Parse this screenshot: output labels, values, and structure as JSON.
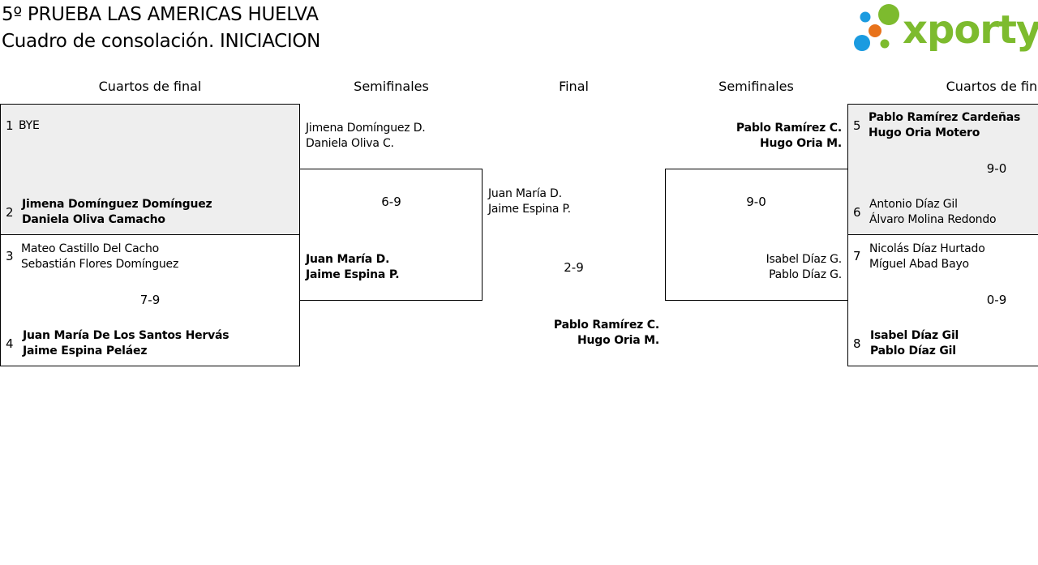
{
  "title": "5º PRUEBA LAS AMERICAS HUELVA",
  "subtitle": "Cuadro de consolación. INICIACION",
  "logo_text": "xporty",
  "colors": {
    "logo_green": "#7dbb2e",
    "logo_blue": "#1b9be0",
    "logo_orange": "#e8731b",
    "shade": "#eeeeee"
  },
  "rounds": {
    "left_qf": "Cuartos de final",
    "left_sf": "Semifinales",
    "final": "Final",
    "right_sf": "Semifinales",
    "right_qf": "Cuartos de final"
  },
  "left_qf": [
    {
      "seed": "1",
      "p1": "BYE",
      "p2": ""
    },
    {
      "seed": "2",
      "p1": "Jimena Domínguez Domínguez",
      "p2": "Daniela Oliva Camacho"
    },
    {
      "seed": "3",
      "p1": "Mateo Castillo Del Cacho",
      "p2": "Sebastián Flores Domínguez"
    },
    {
      "seed": "4",
      "p1": "Juan María De Los Santos Hervás",
      "p2": "Jaime Espina Peláez"
    }
  ],
  "left_qf_scores": [
    "",
    "7-9"
  ],
  "left_sf": [
    {
      "p1": "Jimena Domínguez D.",
      "p2": "Daniela Oliva C."
    },
    {
      "p1": "Juan María D.",
      "p2": "Jaime Espina P."
    }
  ],
  "left_sf_score": "6-9",
  "final": {
    "top": {
      "p1": "Juan María D.",
      "p2": "Jaime Espina P."
    },
    "score": "2-9",
    "bottom": {
      "p1": "Pablo Ramírez C.",
      "p2": "Hugo Oria M."
    }
  },
  "right_sf": [
    {
      "p1": "Pablo Ramírez C.",
      "p2": "Hugo Oria M."
    },
    {
      "p1": "Isabel Díaz G.",
      "p2": "Pablo Díaz G."
    }
  ],
  "right_sf_score": "9-0",
  "right_qf": [
    {
      "seed": "5",
      "p1": "Pablo Ramírez Cardeñas",
      "p2": "Hugo Oria Motero"
    },
    {
      "seed": "6",
      "p1": "Antonio Díaz Gil",
      "p2": "Álvaro Molina Redondo"
    },
    {
      "seed": "7",
      "p1": "Nicolás Díaz Hurtado",
      "p2": "Míguel Abad Bayo"
    },
    {
      "seed": "8",
      "p1": "Isabel Díaz Gil",
      "p2": "Pablo Díaz Gil"
    }
  ],
  "right_qf_scores": [
    "9-0",
    "0-9"
  ]
}
